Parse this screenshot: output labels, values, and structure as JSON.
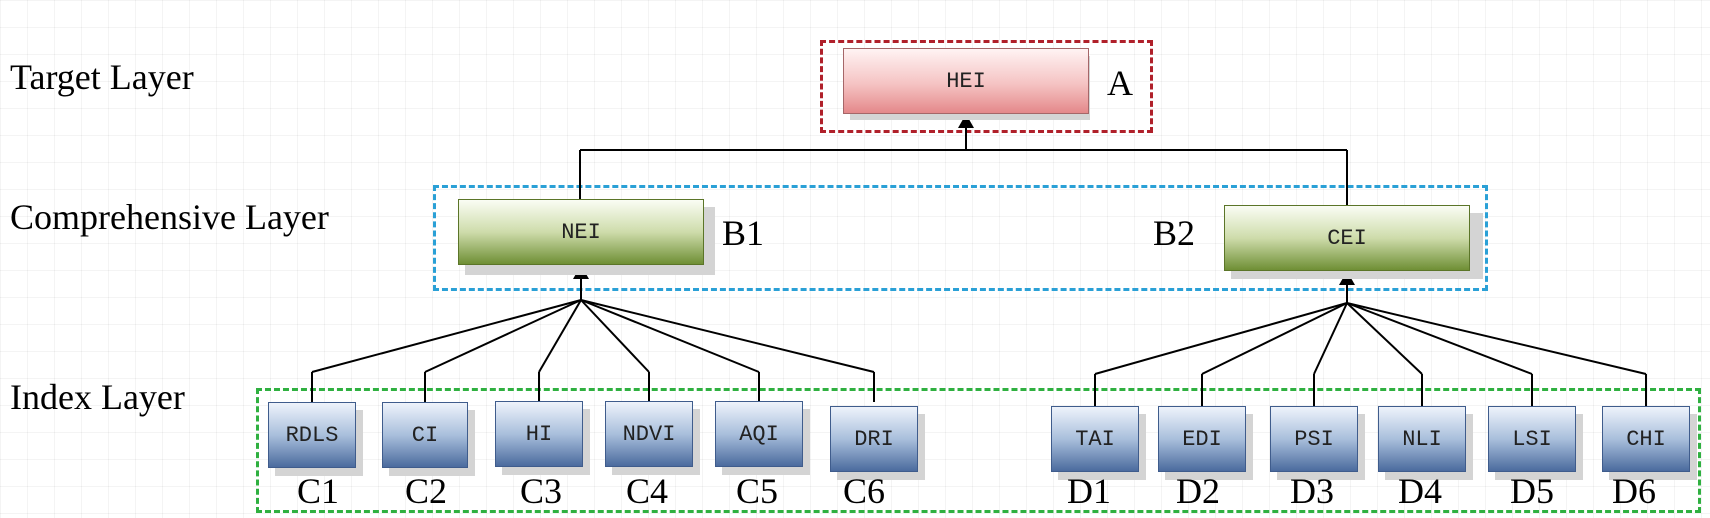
{
  "layers": {
    "target": "Target Layer",
    "comprehensive": "Comprehensive Layer",
    "index": "Index Layer"
  },
  "target_node": {
    "label": "HEI",
    "tag": "A"
  },
  "comprehensive_nodes": [
    {
      "label": "NEI",
      "tag": "B1"
    },
    {
      "label": "CEI",
      "tag": "B2"
    }
  ],
  "index_nodes_c": [
    {
      "label": "RDLS",
      "tag": "C1"
    },
    {
      "label": "CI",
      "tag": "C2"
    },
    {
      "label": "HI",
      "tag": "C3"
    },
    {
      "label": "NDVI",
      "tag": "C4"
    },
    {
      "label": "AQI",
      "tag": "C5"
    },
    {
      "label": "DRI",
      "tag": "C6"
    }
  ],
  "index_nodes_d": [
    {
      "label": "TAI",
      "tag": "D1"
    },
    {
      "label": "EDI",
      "tag": "D2"
    },
    {
      "label": "PSI",
      "tag": "D3"
    },
    {
      "label": "NLI",
      "tag": "D4"
    },
    {
      "label": "LSI",
      "tag": "D5"
    },
    {
      "label": "CHI",
      "tag": "D6"
    }
  ],
  "colors": {
    "target_box": "#b0202a",
    "comprehensive_box": "#2aa0d6",
    "index_box": "#2fb040",
    "connector": "#000000"
  }
}
